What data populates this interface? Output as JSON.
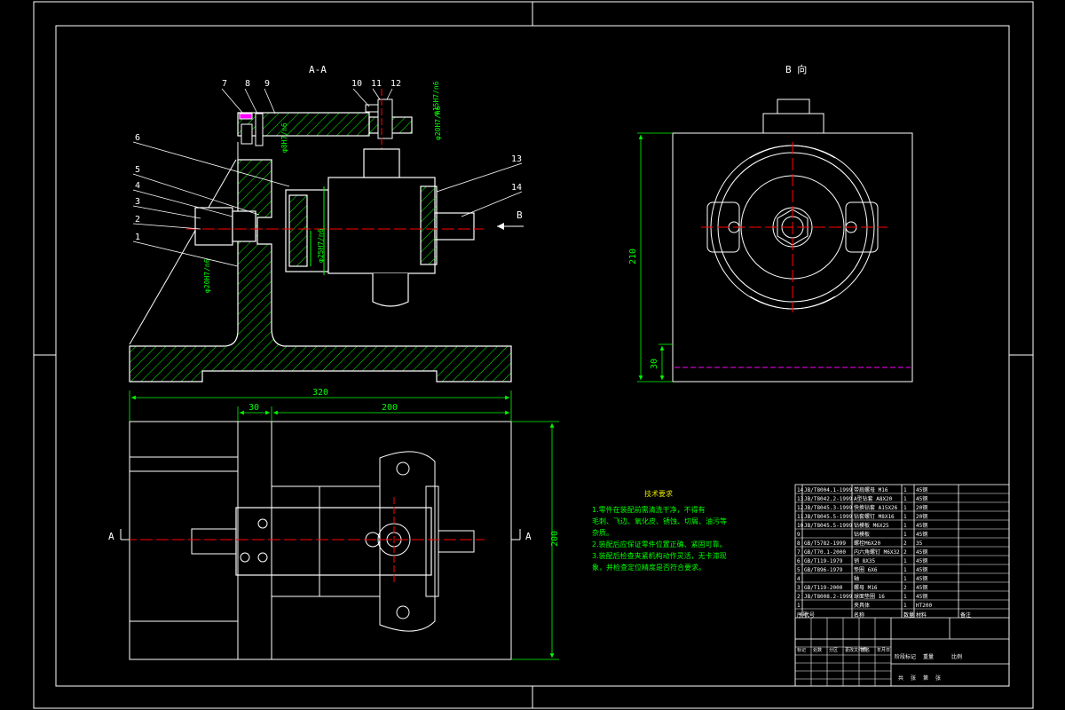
{
  "views": {
    "section_label": "A-A",
    "view_b_label": "B 向",
    "arrow_b_label": "B",
    "cut_a_left": "A",
    "cut_a_right": "A"
  },
  "balloons": [
    "1",
    "2",
    "3",
    "4",
    "5",
    "6",
    "7",
    "8",
    "9",
    "10",
    "11",
    "12",
    "13",
    "14"
  ],
  "dimensions": {
    "overall_width": "320",
    "width_30": "30",
    "width_200": "200",
    "depth_200": "200",
    "height_210": "210",
    "base_30": "30",
    "fit_1": "φ15H7/n6",
    "fit_2": "φ20H7/n6",
    "fit_3": "φ8H7/n6",
    "fit_4": "φ20H7/n6",
    "fit_5": "φ25H7/n6"
  },
  "notes": {
    "title": "技术要求",
    "lines": [
      "1.零件在装配前需清洗干净，不得有",
      "毛刺、飞边、氧化皮、锈蚀、切屑、油污等",
      "杂质。",
      "2.装配后应保证零件位置正确、紧固可靠。",
      "3.装配后检查夹紧机构动作灵活，无卡滞现",
      "象，并检查定位精度是否符合要求。"
    ]
  },
  "bom": {
    "rows": [
      [
        "14",
        "JB/T8004.1-1999",
        "带肩螺母 M16",
        "1",
        "45钢",
        ""
      ],
      [
        "13",
        "JB/T8042.2-1999",
        "A型钻套 A8X20",
        "1",
        "45钢",
        ""
      ],
      [
        "12",
        "JB/T8045.3-1999",
        "快换钻套 A15X26",
        "1",
        "20钢",
        ""
      ],
      [
        "11",
        "JB/T8045.5-1999",
        "钻套螺钉 M8X16",
        "1",
        "20钢",
        ""
      ],
      [
        "10",
        "JB/T8045.5-1999",
        "钻模板 M6X25",
        "1",
        "45钢",
        ""
      ],
      [
        "9",
        "",
        "钻模板",
        "1",
        "45钢",
        ""
      ],
      [
        "8",
        "GB/T5782-1999",
        "螺栓M6X20",
        "2",
        "35",
        ""
      ],
      [
        "7",
        "GB/T70.1-2000",
        "内六角螺钉 M6X32",
        "2",
        "45钢",
        ""
      ],
      [
        "6",
        "GB/T119-1979",
        "销 8X35",
        "1",
        "45钢",
        ""
      ],
      [
        "5",
        "GB/T896-1979",
        "垫圈 6X6",
        "1",
        "45钢",
        ""
      ],
      [
        "4",
        "",
        "轴",
        "1",
        "45钢",
        ""
      ],
      [
        "3",
        "GB/T119-2000",
        "螺母 M16",
        "2",
        "45钢",
        ""
      ],
      [
        "2",
        "JB/T8008.2-1999",
        "球面垫圈 16",
        "1",
        "45钢",
        ""
      ],
      [
        "1",
        "",
        "夹具体",
        "1",
        "HT200",
        ""
      ]
    ],
    "header": [
      "序号",
      "代号",
      "名称",
      "数量",
      "材料",
      "备注"
    ],
    "title_labels": [
      "标记",
      "处数",
      "分区",
      "更改文件号",
      "签名",
      "年月日"
    ],
    "stage_labels": [
      "阶段标记",
      "重量",
      "比例"
    ],
    "sheet_labels": [
      "共",
      "张",
      "第",
      "张"
    ]
  },
  "colors": {
    "outline": "#ffffff",
    "hatch": "#00ff00",
    "center": "#ff0000",
    "dimension": "#00ff00",
    "hidden": "#ff00ff",
    "notes_title": "#e6e600"
  }
}
